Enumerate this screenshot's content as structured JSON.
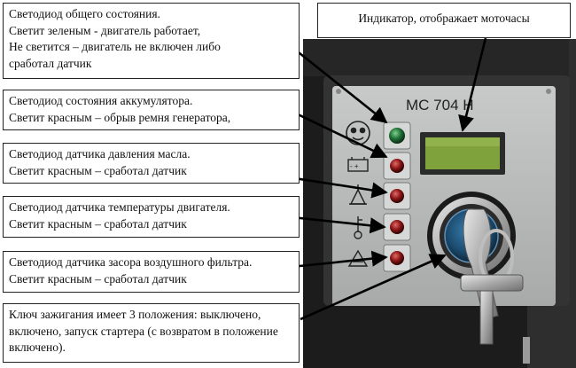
{
  "panel": {
    "model_label": "МС 704 Н"
  },
  "callouts": {
    "general_status": [
      "Светодиод общего состояния.",
      "Светит зеленым - двигатель работает,",
      "Не светится – двигатель не включен либо",
      "сработал датчик"
    ],
    "battery": [
      "Светодиод состояния аккумулятора.",
      "Светит красным – обрыв ремня генератора,"
    ],
    "oil_pressure": [
      "Светодиод датчика давления масла.",
      "Светит красным – сработал датчик"
    ],
    "engine_temperature": [
      "Светодиод датчика температуры двигателя.",
      "Светит красным – сработал датчик"
    ],
    "air_filter": [
      "Светодиод датчика засора воздушного фильтра.",
      "Светит красным – сработал датчик"
    ],
    "ignition_key": "Ключ зажигания имеет 3 положения: выключено, включено, запуск стартера (с возвратом в положение включено).",
    "hour_meter": "Индикатор,  отображает моточасы"
  },
  "colors": {
    "panel_face": "#b9bcbb",
    "panel_dark": "#2a2a2a",
    "led_green": "#1e6e34",
    "led_red": "#8a1414",
    "lcd": "#7fa23c"
  }
}
